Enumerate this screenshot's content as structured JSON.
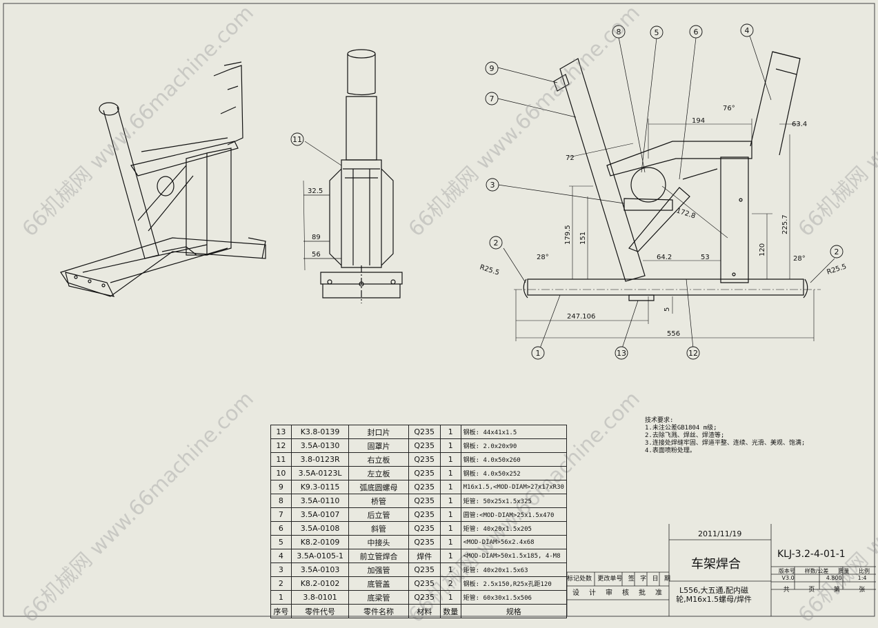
{
  "bom": {
    "headers": [
      "序号",
      "零件代号",
      "零件名称",
      "材料",
      "数量",
      "规格"
    ],
    "rows": [
      [
        "13",
        "K3.8-0139",
        "封口片",
        "Q235",
        "1",
        "钢板: 44x41x1.5"
      ],
      [
        "12",
        "3.5A-0130",
        "固罩片",
        "Q235",
        "1",
        "钢板: 2.0x20x90"
      ],
      [
        "11",
        "3.8-0123R",
        "右立板",
        "Q235",
        "1",
        "钢板: 4.0x50x260"
      ],
      [
        "10",
        "3.5A-0123L",
        "左立板",
        "Q235",
        "1",
        "钢板: 4.0x50x252"
      ],
      [
        "9",
        "K9.3-0115",
        "弧底圆螺母",
        "Q235",
        "1",
        "M16x1.5,<MOD-DIAM>27x17xR30"
      ],
      [
        "8",
        "3.5A-0110",
        "桥管",
        "Q235",
        "1",
        "矩管: 50x25x1.5x325"
      ],
      [
        "7",
        "3.5A-0107",
        "后立管",
        "Q235",
        "1",
        "圆管:<MOD-DIAM>25x1.5x470"
      ],
      [
        "6",
        "3.5A-0108",
        "斜管",
        "Q235",
        "1",
        "矩管: 40x20x1.5x205"
      ],
      [
        "5",
        "K8.2-0109",
        "中接头",
        "Q235",
        "1",
        "<MOD-DIAM>56x2.4x68"
      ],
      [
        "4",
        "3.5A-0105-1",
        "前立管焊合",
        "焊件",
        "1",
        "<MOD-DIAM>50x1.5x185, 4-M8"
      ],
      [
        "3",
        "3.5A-0103",
        "加强管",
        "Q235",
        "1",
        "矩管: 40x20x1.5x63"
      ],
      [
        "2",
        "K8.2-0102",
        "底管盖",
        "Q235",
        "2",
        "钢板: 2.5x150,R25x孔距120"
      ],
      [
        "1",
        "3.8-0101",
        "底梁管",
        "Q235",
        "1",
        "矩管: 60x30x1.5x506"
      ]
    ]
  },
  "notes": {
    "title": "技术要求:",
    "lines": [
      "1.未注公差GB1804 m级;",
      "2.去除飞溅、焊丝、焊渣等;",
      "3.连接处焊缝牢固、焊道平整、连续、光滑、美观、饱满;",
      "4.表面喷粉处理。"
    ]
  },
  "titleblock": {
    "date": "2011/11/19",
    "part_name": "车架焊合",
    "drawing_no": "KLJ-3.2-4-01-1",
    "desc": "L556,大五通,配内磁轮,M16x1.5螺母/焊件",
    "sign_row1": [
      "标记处数",
      "更改单号",
      "签",
      "字",
      "日",
      "期"
    ],
    "sign_row2": [
      "设",
      "计",
      "审",
      "核",
      "批",
      "准"
    ],
    "meta_head": [
      "版本号",
      "样数/公差",
      "质量",
      "比例"
    ],
    "meta_vals": [
      "V3.0",
      "",
      "4.800",
      "1:4"
    ],
    "sheet": [
      "共",
      "页",
      "第",
      "张"
    ]
  },
  "watermark": "66机械网 www.66machine.com",
  "dims": {
    "d32_5": "32.5",
    "d89": "89",
    "d56": "56",
    "d194": "194",
    "d63_4": "63.4",
    "d76": "76°",
    "d72": "72",
    "d179_5": "179.5",
    "d151": "151",
    "d172_8": "172.8",
    "d225_7": "225.7",
    "d120": "120",
    "d64_2": "64.2",
    "d53": "53",
    "d28a": "28°",
    "d28b": "28°",
    "dR25a": "R25.5",
    "dR25b": "R25.5",
    "d247": "247.106",
    "d556": "556",
    "d5": "5"
  },
  "balloons": [
    "1",
    "2",
    "2",
    "3",
    "4",
    "5",
    "6",
    "7",
    "8",
    "9",
    "11",
    "12",
    "13"
  ]
}
